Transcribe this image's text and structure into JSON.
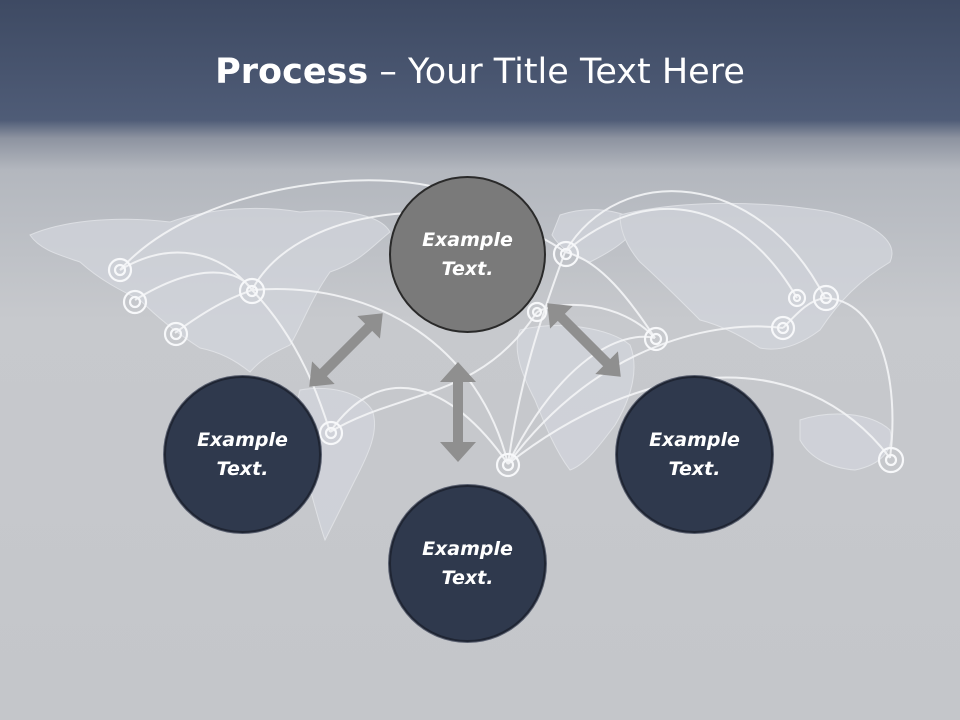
{
  "title": {
    "bold": "Process",
    "rest": " – Your Title Text Here"
  },
  "nodes": [
    {
      "label": "Example\nText.",
      "line1": "Example",
      "line2": "Text.",
      "style": "grey"
    },
    {
      "label": "Example Text.",
      "line1": "Example",
      "line2": "Text.",
      "style": "dark"
    },
    {
      "label": "Example Text.",
      "line1": "Example",
      "line2": "Text.",
      "style": "dark"
    },
    {
      "label": "Example Text.",
      "line1": "Example",
      "line2": "Text.",
      "style": "dark"
    }
  ],
  "colors": {
    "header": "#46536e",
    "node_dark": "#2f394d",
    "node_top": "#7a7a7a",
    "arrow": "#8f8f8f"
  }
}
